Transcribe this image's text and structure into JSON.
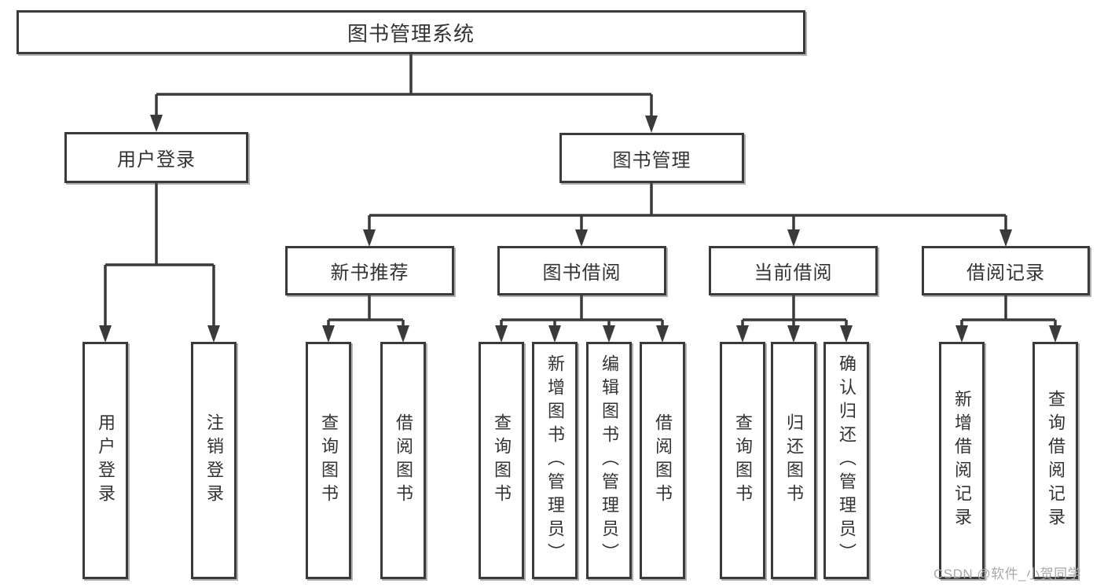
{
  "tree": {
    "label": "图书管理系统",
    "children": [
      {
        "label": "用户登录",
        "children": [
          {
            "label": "用户登录"
          },
          {
            "label": "注销登录"
          }
        ]
      },
      {
        "label": "图书管理",
        "children": [
          {
            "label": "新书推荐",
            "children": [
              {
                "label": "查询图书"
              },
              {
                "label": "借阅图书"
              }
            ]
          },
          {
            "label": "图书借阅",
            "children": [
              {
                "label": "查询图书"
              },
              {
                "label": "新增图书（管理员）"
              },
              {
                "label": "编辑图书（管理员）"
              },
              {
                "label": "借阅图书"
              }
            ]
          },
          {
            "label": "当前借阅",
            "children": [
              {
                "label": "查询图书"
              },
              {
                "label": "归还图书"
              },
              {
                "label": "确认归还（管理员）"
              }
            ]
          },
          {
            "label": "借阅记录",
            "children": [
              {
                "label": "新增借阅记录"
              },
              {
                "label": "查询借阅记录"
              }
            ]
          }
        ]
      }
    ]
  },
  "watermark": {
    "text": "CSDN @软件_小贺同学"
  },
  "colors": {
    "line": "#3a3a3a",
    "box_border": "#3a3a3a",
    "text": "#333333",
    "watermark": "#a8a8a8",
    "background": "#ffffff"
  }
}
